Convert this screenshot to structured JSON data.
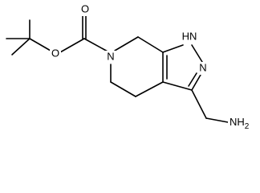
{
  "molecule": {
    "atoms": {
      "carbonyl_o": "O",
      "ester_o": "O",
      "ring_n": "N",
      "pyrazole_nh": "HN",
      "pyrazole_n": "N",
      "amine": "NH2"
    }
  }
}
